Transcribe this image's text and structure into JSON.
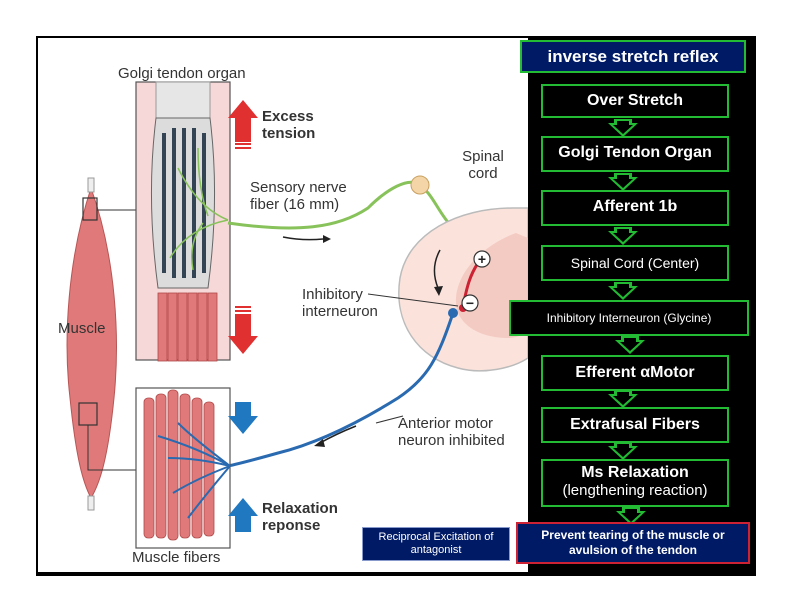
{
  "figure_labels": {
    "golgi_tendon_organ": "Golgi tendon organ",
    "excess_tension": "Excess tension",
    "sensory_nerve_fiber": "Sensory nerve fiber (16 mm)",
    "spinal_cord": "Spinal cord",
    "inhibitory_interneuron": "Inhibitory interneuron",
    "muscle": "Muscle",
    "anterior_motor_neuron": "Anterior motor neuron inhibited",
    "relaxation_response": "Relaxation reponse",
    "muscle_fibers": "Muscle fibers",
    "plus_sign": "+",
    "minus_sign": "−"
  },
  "flowchart": {
    "title": "inverse stretch reflex",
    "steps": [
      "Over Stretch",
      "Golgi Tendon Organ",
      "Afferent 1b",
      "Spinal Cord (Center)",
      "Inhibitory Interneuron (Glycine)",
      "Efferent αMotor",
      "Extrafusal Fibers",
      "Ms Relaxation",
      "(lengthening reaction)"
    ],
    "reciprocal_note": "Reciprocal Excitation of antagonist",
    "final_step": "Prevent tearing of the muscle or avulsion of the tendon"
  },
  "colors": {
    "frame": "#000000",
    "title_bg": "#001a66",
    "step_border": "#22bb33",
    "arrow": "#22bb33",
    "final_border": "#cc2233",
    "muscle": "#e07a7a",
    "sensory_nerve": "#88c25a",
    "motor_nerve": "#2a6ab0",
    "interneuron": "#cc2233",
    "up_arrow": "#e03030",
    "blue_arrow": "#1f78c0"
  },
  "icons": [
    "up-arrow-icon",
    "down-arrow-icon",
    "plus-sign-icon",
    "minus-sign-icon",
    "flow-arrow-icon"
  ]
}
